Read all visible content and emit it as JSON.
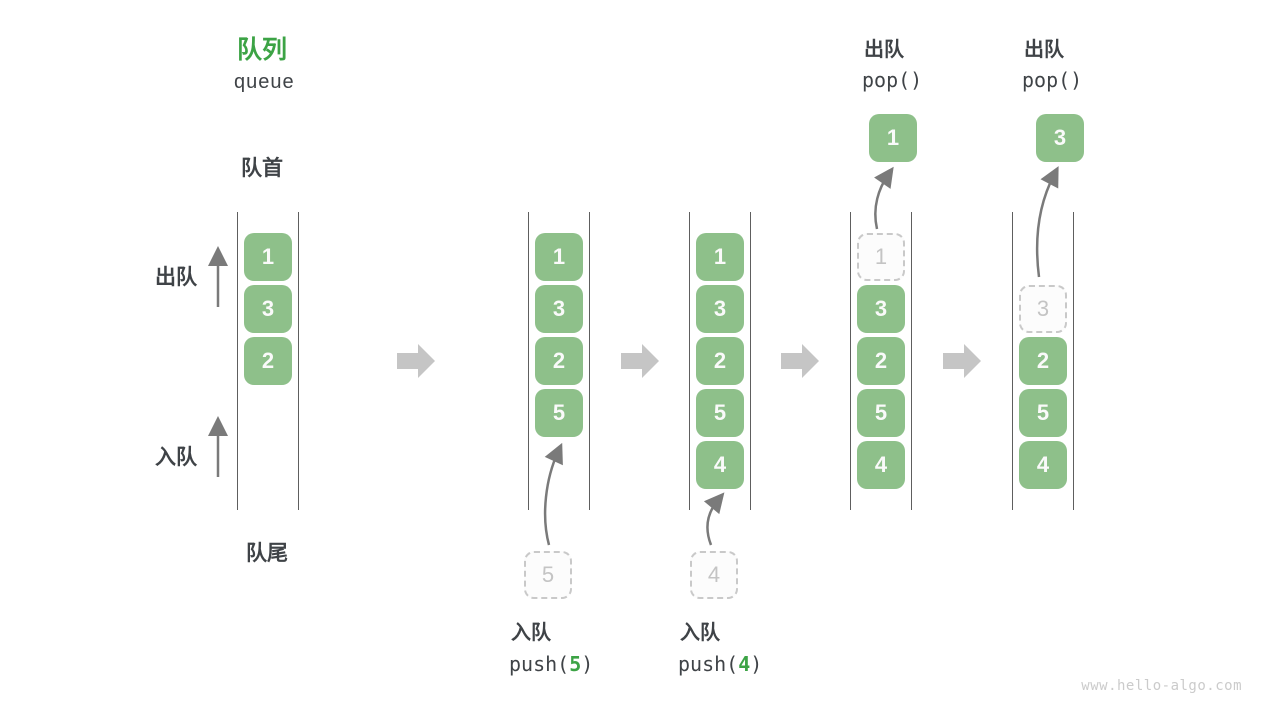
{
  "title": {
    "zh": "队列",
    "en": "queue"
  },
  "labels": {
    "front": "队首",
    "rear": "队尾",
    "dequeue_side": "出队",
    "enqueue_side": "入队"
  },
  "colors": {
    "box_green": "#8EC08A",
    "accent_green": "#3CA345",
    "block_arrow_gray": "#C5C5C5",
    "text_dark": "#3F4347",
    "ghost_gray": "#C4C4C4"
  },
  "states": [
    {
      "items": [
        "1",
        "3",
        "2"
      ]
    },
    {
      "items": [
        "1",
        "3",
        "2",
        "5"
      ],
      "incoming": "5",
      "op": {
        "action": "入队",
        "fn": "push(",
        "arg": "5",
        "close": ")"
      }
    },
    {
      "items": [
        "1",
        "3",
        "2",
        "5",
        "4"
      ],
      "incoming": "4",
      "op": {
        "action": "入队",
        "fn": "push(",
        "arg": "4",
        "close": ")"
      }
    },
    {
      "items": [
        "3",
        "2",
        "5",
        "4"
      ],
      "ghost": "1",
      "popped": "1",
      "op": {
        "action": "出队",
        "fn": "pop()"
      }
    },
    {
      "items": [
        "2",
        "5",
        "4"
      ],
      "ghost": "3",
      "popped": "3",
      "op": {
        "action": "出队",
        "fn": "pop()"
      }
    }
  ],
  "watermark": "www.hello-algo.com"
}
